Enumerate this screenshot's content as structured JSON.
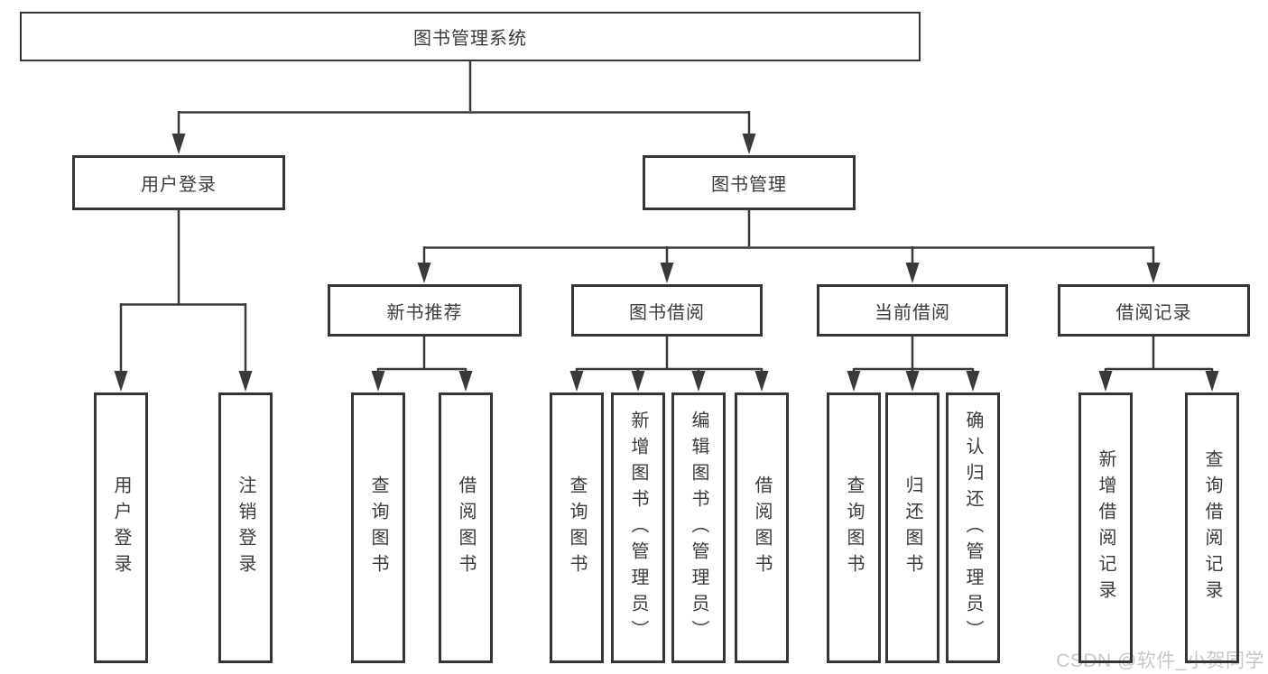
{
  "diagram": {
    "root": {
      "label": "图书管理系统"
    },
    "level2": [
      {
        "id": "user-login",
        "label": "用户登录"
      },
      {
        "id": "book-management",
        "label": "图书管理"
      }
    ],
    "level3": [
      {
        "id": "new-book-recommend",
        "label": "新书推荐"
      },
      {
        "id": "book-borrow",
        "label": "图书借阅"
      },
      {
        "id": "current-borrow",
        "label": "当前借阅"
      },
      {
        "id": "borrow-records",
        "label": "借阅记录"
      }
    ],
    "leaves": [
      {
        "parent": "user-login",
        "label": "用户登录"
      },
      {
        "parent": "user-login",
        "label": "注销登录"
      },
      {
        "parent": "new-book-recommend",
        "label": "查询图书"
      },
      {
        "parent": "new-book-recommend",
        "label": "借阅图书"
      },
      {
        "parent": "book-borrow",
        "label": "查询图书"
      },
      {
        "parent": "book-borrow",
        "label": "新增图书（管理员）"
      },
      {
        "parent": "book-borrow",
        "label": "编辑图书（管理员）"
      },
      {
        "parent": "book-borrow",
        "label": "借阅图书"
      },
      {
        "parent": "current-borrow",
        "label": "查询图书"
      },
      {
        "parent": "current-borrow",
        "label": "归还图书"
      },
      {
        "parent": "current-borrow",
        "label": "确认归还（管理员）"
      },
      {
        "parent": "borrow-records",
        "label": "新增借阅记录"
      },
      {
        "parent": "borrow-records",
        "label": "查询借阅记录"
      }
    ]
  },
  "watermark": "CSDN @软件_小贺同学",
  "colors": {
    "line": "#3a3a3a",
    "border": "#353535",
    "text": "#3b3b3b",
    "watermark": "#c4c7cc",
    "background": "#ffffff"
  }
}
